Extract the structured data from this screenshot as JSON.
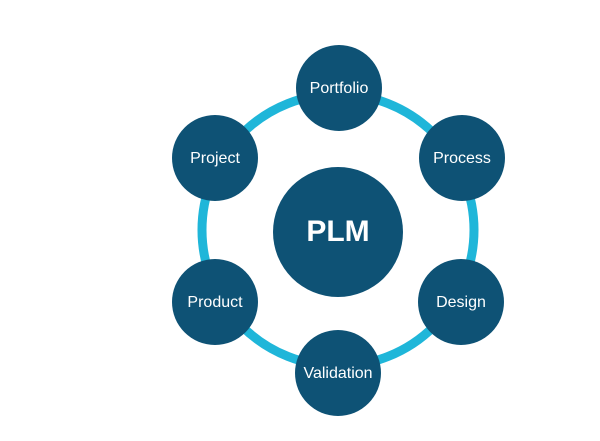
{
  "diagram": {
    "center_label": "PLM",
    "nodes": [
      {
        "label": "Portfolio"
      },
      {
        "label": "Process"
      },
      {
        "label": "Design"
      },
      {
        "label": "Validation"
      },
      {
        "label": "Product"
      },
      {
        "label": "Project"
      }
    ]
  },
  "colors": {
    "ring": "#1fb6d9",
    "node_fill": "#0e5275",
    "text": "#ffffff",
    "background": "#ffffff"
  }
}
